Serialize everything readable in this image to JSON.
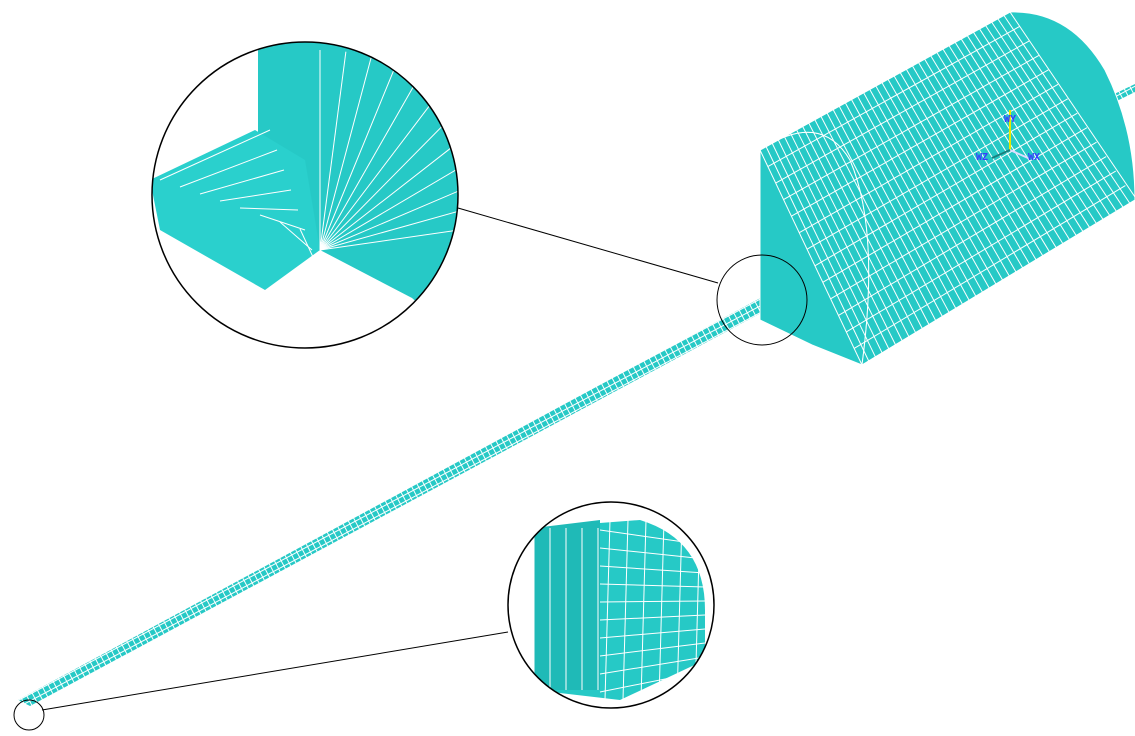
{
  "colors": {
    "background": "#ffffff",
    "mesh_fill": "#26c9c6",
    "mesh_fill_dark": "#1aa9a6",
    "mesh_lines": "#ffffff",
    "callout_lines": "#000000",
    "triad_y": "#e8e800",
    "triad_x": "#e0e0ff",
    "triad_label": "#3a3aff"
  },
  "triad": {
    "y_label": "WY",
    "x_label": "WX",
    "z_label": "WZ"
  },
  "icons": [
    "coordinate-triad-icon",
    "zoom-callout-icon"
  ]
}
